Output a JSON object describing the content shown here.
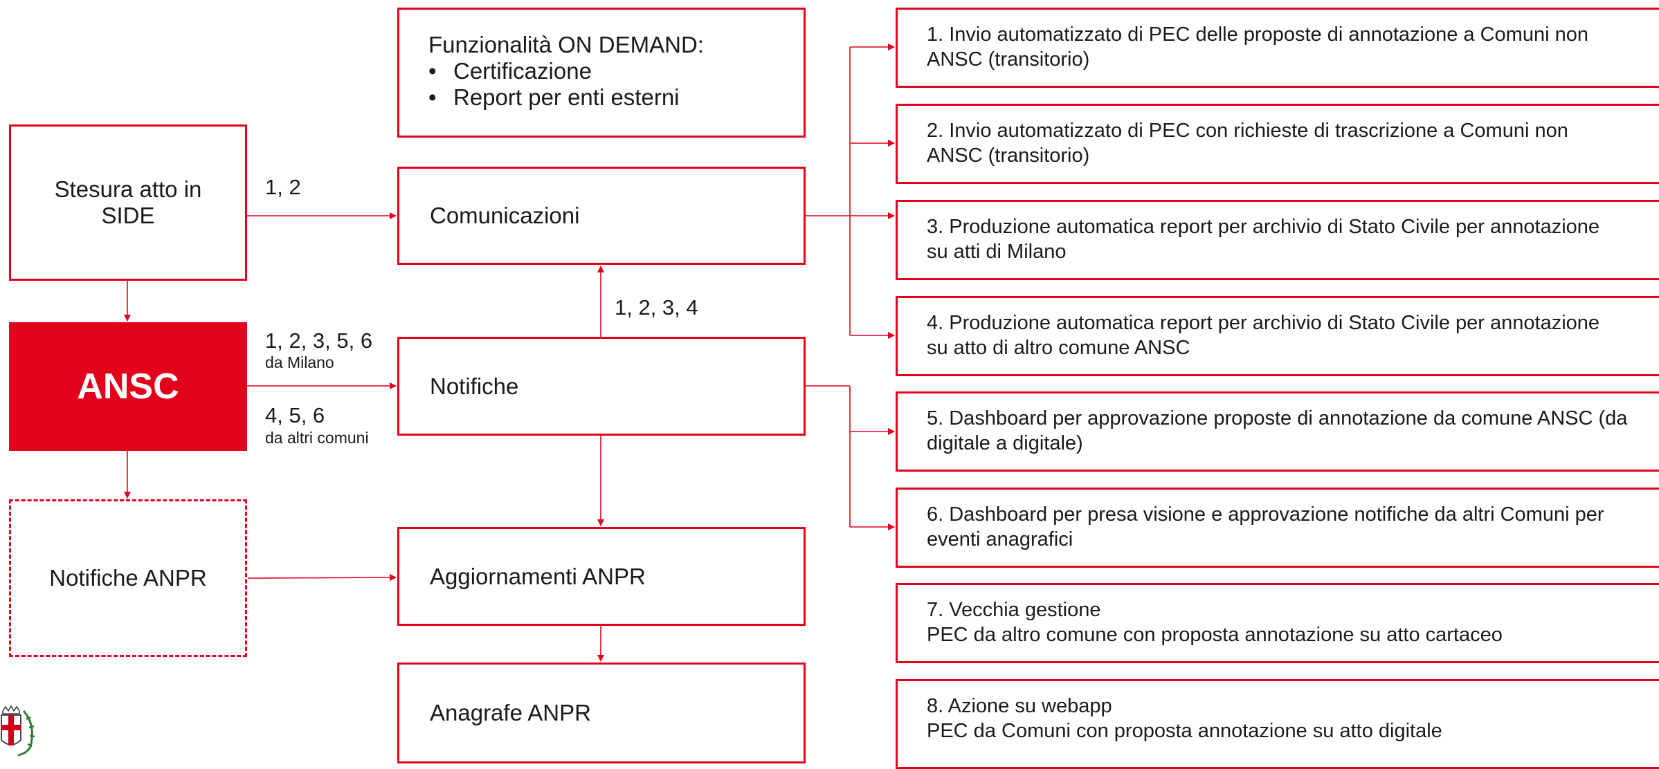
{
  "ondemand": {
    "title": "Funzionalità ON DEMAND:",
    "items": [
      "Certificazione",
      "Report per enti esterni"
    ]
  },
  "nodes": {
    "stesura": "Stesura atto in SIDE",
    "ansc": "ANSC",
    "notifiche_anpr": "Notifiche ANPR",
    "comunicazioni": "Comunicazioni",
    "notifiche": "Notifiche",
    "aggiornamenti": "Aggiornamenti ANPR",
    "anagrafe": "Anagrafe ANPR"
  },
  "edge_labels": {
    "stesura_to_comunicazioni": "1, 2",
    "ansc_milano": "1, 2, 3, 5, 6",
    "ansc_milano_sub": "da Milano",
    "ansc_altri": "4, 5, 6",
    "ansc_altri_sub": "da altri comuni",
    "notifiche_to_comunicazioni": "1, 2, 3, 4"
  },
  "right_items": [
    {
      "line1": "1. Invio automatizzato di PEC delle proposte di annotazione a Comuni non",
      "line2": "ANSC (transitorio)"
    },
    {
      "line1": "2. Invio automatizzato di PEC con richieste di trascrizione a Comuni non",
      "line2": "ANSC (transitorio)"
    },
    {
      "line1": "3. Produzione automatica report per archivio di Stato Civile per annotazione",
      "line2": "su atti di Milano"
    },
    {
      "line1": "4. Produzione automatica report per archivio di Stato Civile per annotazione",
      "line2": "su atto di altro comune ANSC"
    },
    {
      "line1": "5. Dashboard per approvazione proposte di annotazione da comune ANSC (da",
      "line2": "digitale a digitale)"
    },
    {
      "line1": "6. Dashboard  per presa visione e approvazione notifiche da altri Comuni per",
      "line2": "eventi anagrafici"
    },
    {
      "line1": "7. Vecchia gestione",
      "line2": "PEC da altro comune con proposta annotazione su atto cartaceo"
    },
    {
      "line1": "8. Azione su webapp",
      "line2": "PEC da Comuni con proposta annotazione su atto digitale"
    }
  ],
  "colors": {
    "accent": "#e2001a"
  }
}
